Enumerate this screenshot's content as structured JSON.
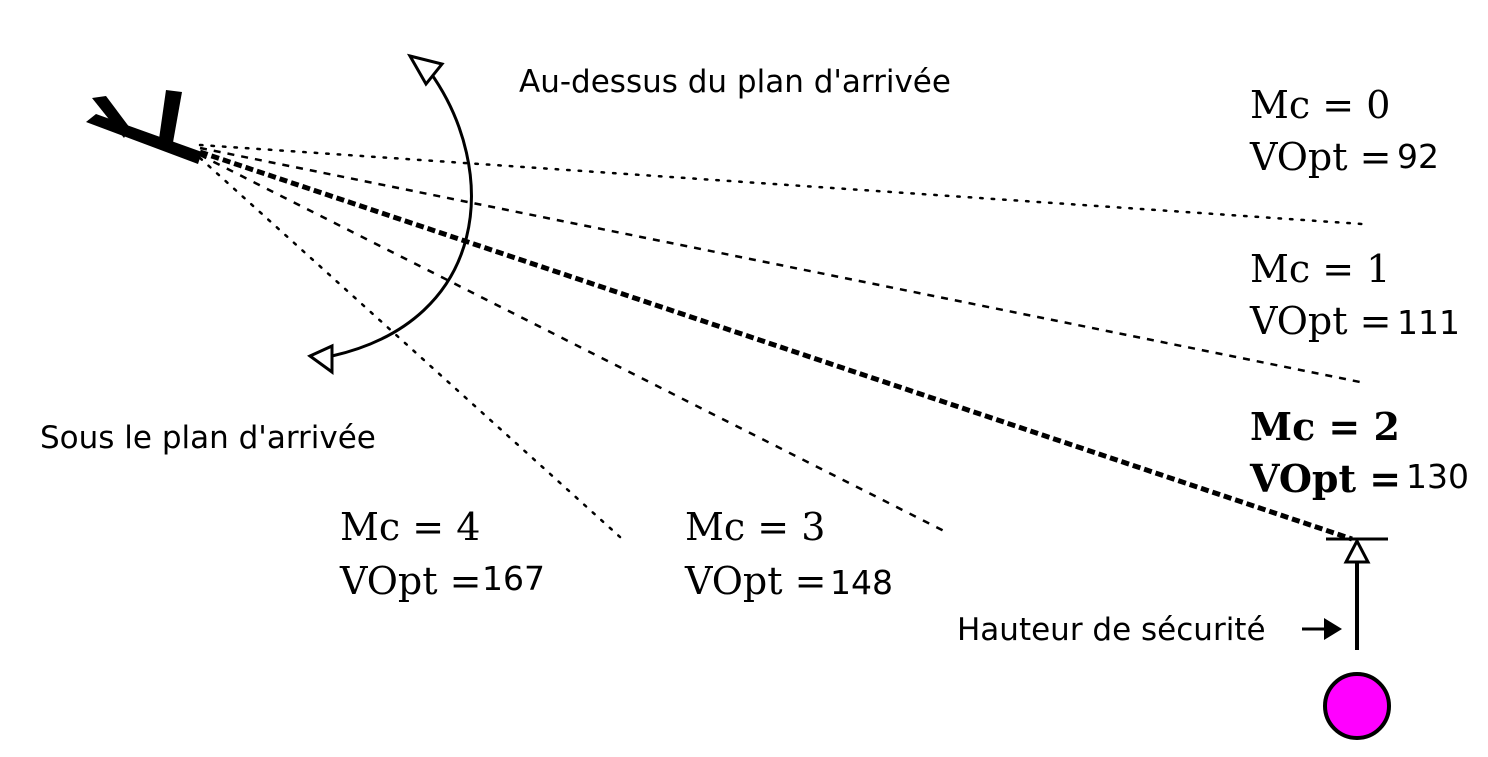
{
  "labels": {
    "above": "Au-dessus du plan d'arrivée",
    "below": "Sous le plan d'arrivée",
    "safety_height": "Hauteur de sécurité"
  },
  "paths": [
    {
      "mc_label": "Mc = 0",
      "vopt_label": "VOpt =",
      "vopt_value": "92"
    },
    {
      "mc_label": "Mc = 1",
      "vopt_label": "VOpt =",
      "vopt_value": "111"
    },
    {
      "mc_label": "Mc = 2",
      "vopt_label": "VOpt =",
      "vopt_value": "130",
      "emphasized": true
    },
    {
      "mc_label": "Mc = 3",
      "vopt_label": "VOpt =",
      "vopt_value": "148"
    },
    {
      "mc_label": "Mc = 4",
      "vopt_label": "VOpt =",
      "vopt_value": "167"
    }
  ],
  "colors": {
    "ink": "#000000",
    "goal_marker": "#ff00ff"
  },
  "icons": {
    "glider": "glider-icon",
    "goal": "goal-marker-icon"
  }
}
